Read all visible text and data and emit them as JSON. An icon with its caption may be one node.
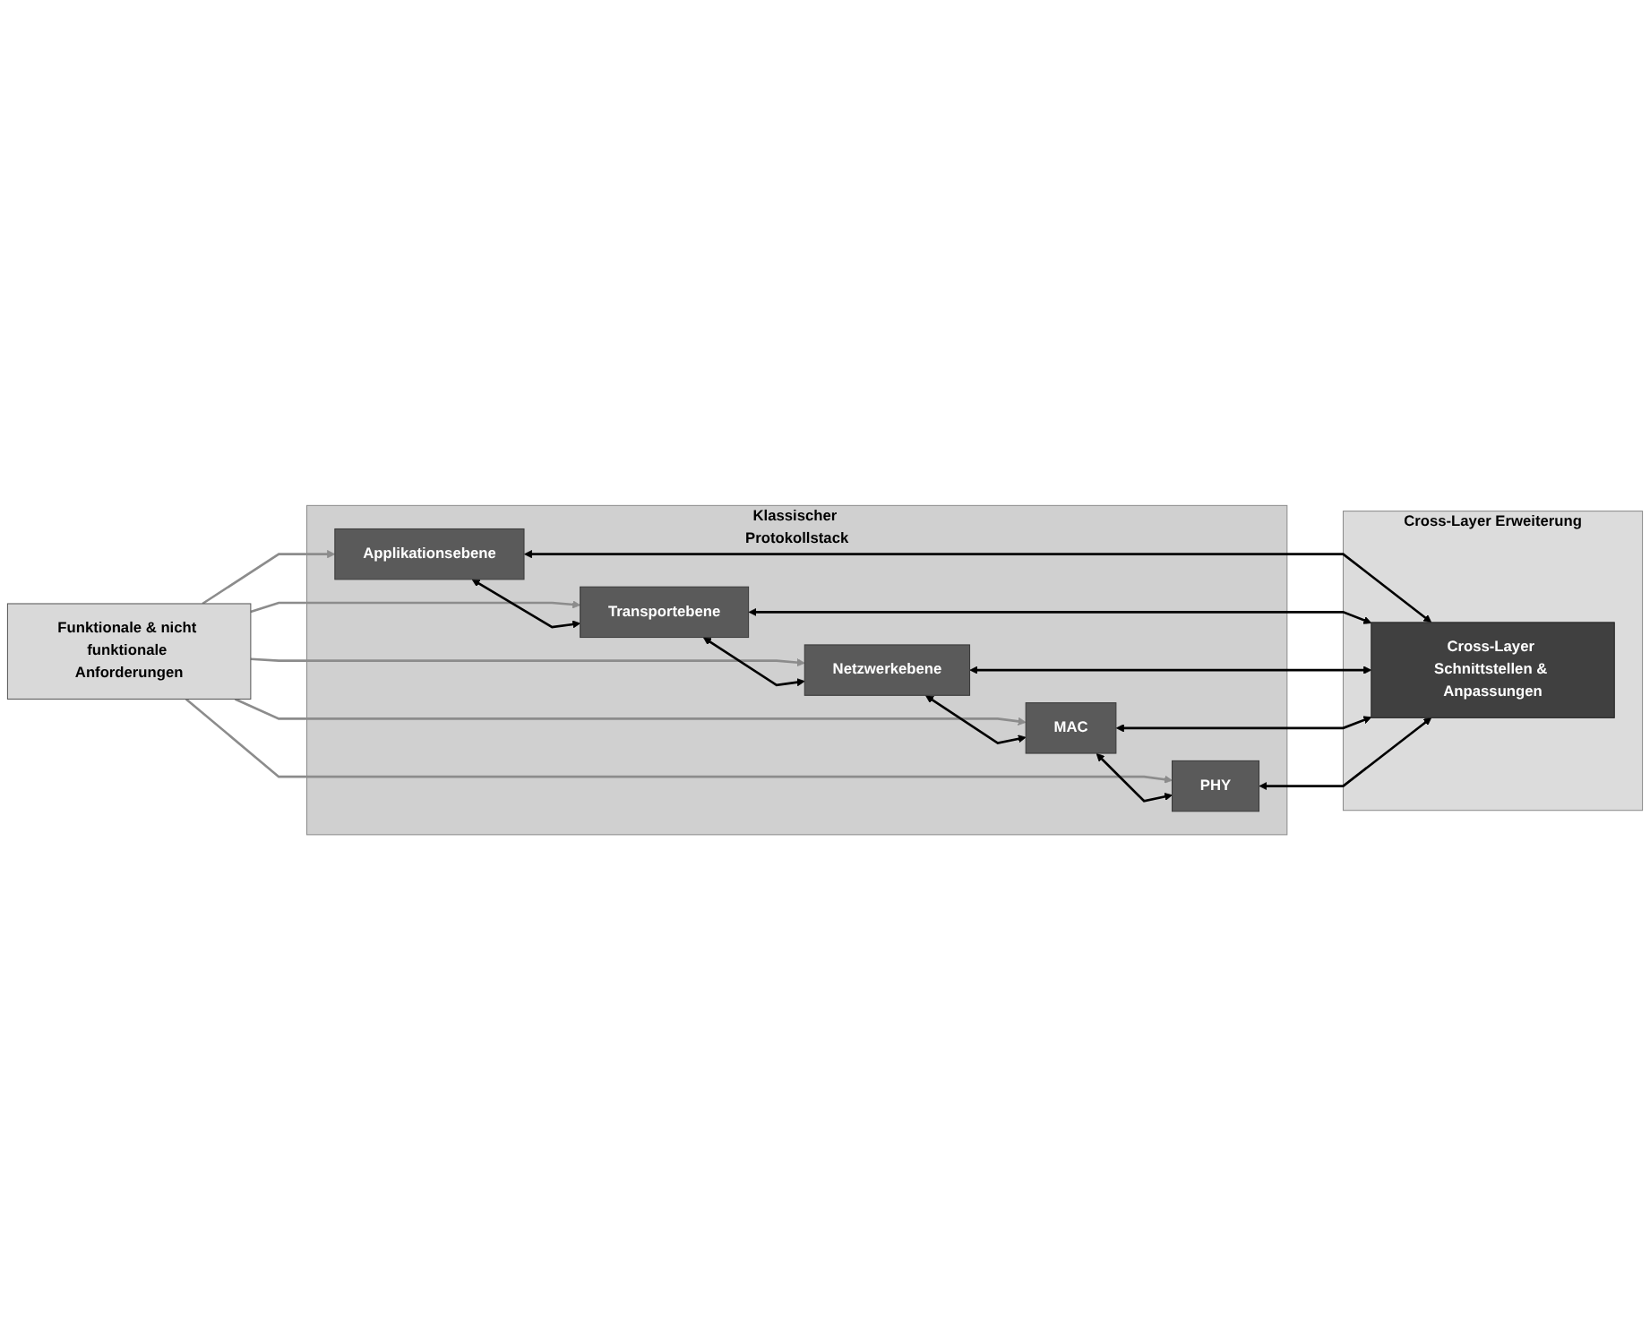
{
  "diagram": {
    "nodes": [
      {
        "text": [
          "Funktionale & nicht funktionale Anforderungen"
        ]
      },
      {
        "text": [
          "Klassischer Protokollstack"
        ]
      },
      {
        "text": [
          "Applikationsebene"
        ],
        "in": 1
      },
      {
        "text": [
          "Transportebene"
        ],
        "in": 1
      },
      {
        "text": [
          "Netzwerkebene"
        ],
        "in": 1
      },
      {
        "text": [
          "MAC"
        ],
        "in": 1
      },
      {
        "text": [
          "PHY"
        ],
        "in": 1
      },
      {
        "text": [
          "Cross-Layer Erweiterung"
        ]
      },
      {
        "text": [
          "Cross-Layer Schnittstellen & Anpassungen"
        ],
        "in": 7
      }
    ],
    "edges": [
      {
        "from": 0,
        "to": 2,
        "arrow": "to",
        "color": "#8c8c8c"
      },
      {
        "from": 0,
        "to": 3,
        "arrow": "to",
        "color": "#8c8c8c"
      },
      {
        "from": 0,
        "to": 4,
        "arrow": "to",
        "color": "#8c8c8c"
      },
      {
        "from": 0,
        "to": 5,
        "arrow": "to",
        "color": "#8c8c8c"
      },
      {
        "from": 0,
        "to": 6,
        "arrow": "to",
        "color": "#8c8c8c"
      },
      {
        "from": 2,
        "to": 3,
        "arrow": "both"
      },
      {
        "from": 3,
        "to": 4,
        "arrow": "both"
      },
      {
        "from": 4,
        "to": 5,
        "arrow": "both"
      },
      {
        "from": 5,
        "to": 6,
        "arrow": "both"
      },
      {
        "from": 2,
        "to": 8,
        "arrow": "both"
      },
      {
        "from": 3,
        "to": 8,
        "arrow": "both"
      },
      {
        "from": 4,
        "to": 8,
        "arrow": "both"
      },
      {
        "from": 5,
        "to": 8,
        "arrow": "both"
      },
      {
        "from": 6,
        "to": 8,
        "arrow": "both"
      }
    ]
  }
}
